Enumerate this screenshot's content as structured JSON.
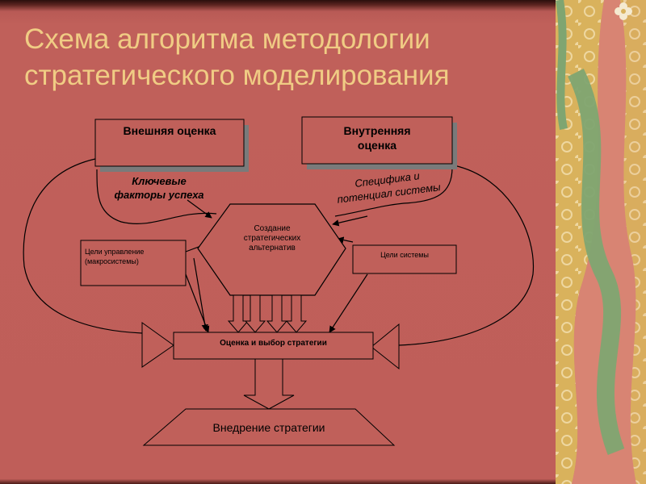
{
  "slide": {
    "title_line1": "Схема алгоритма методологии",
    "title_line2": "стратегического моделирования",
    "title_color": "#f0cc84",
    "background_color": "#bf5e59"
  },
  "diagram": {
    "external_assessment": "Внешняя оценка",
    "internal_assessment_line1": "Внутренняя",
    "internal_assessment_line2": "оценка",
    "key_success_factors_line1": "Ключевые",
    "key_success_factors_line2": "факторы успеха",
    "system_specifics_line1": "Специфика и",
    "system_specifics_line2": "потенциал системы",
    "create_alternatives_line1": "Создание",
    "create_alternatives_line2": "стратегических",
    "create_alternatives_line3": "альтернатив",
    "management_goals_line1": "Цели управление",
    "management_goals_line2": "(макросистемы)",
    "system_goals": "Цели системы",
    "assess_select_strategy": "Оценка и выбор стратегии",
    "implement_strategy": "Внедрение стратегии"
  },
  "decor": {
    "icon": "flower-ornament-icon",
    "gold": "#d9b25c",
    "green": "#7fa571",
    "pink": "#d98277"
  }
}
